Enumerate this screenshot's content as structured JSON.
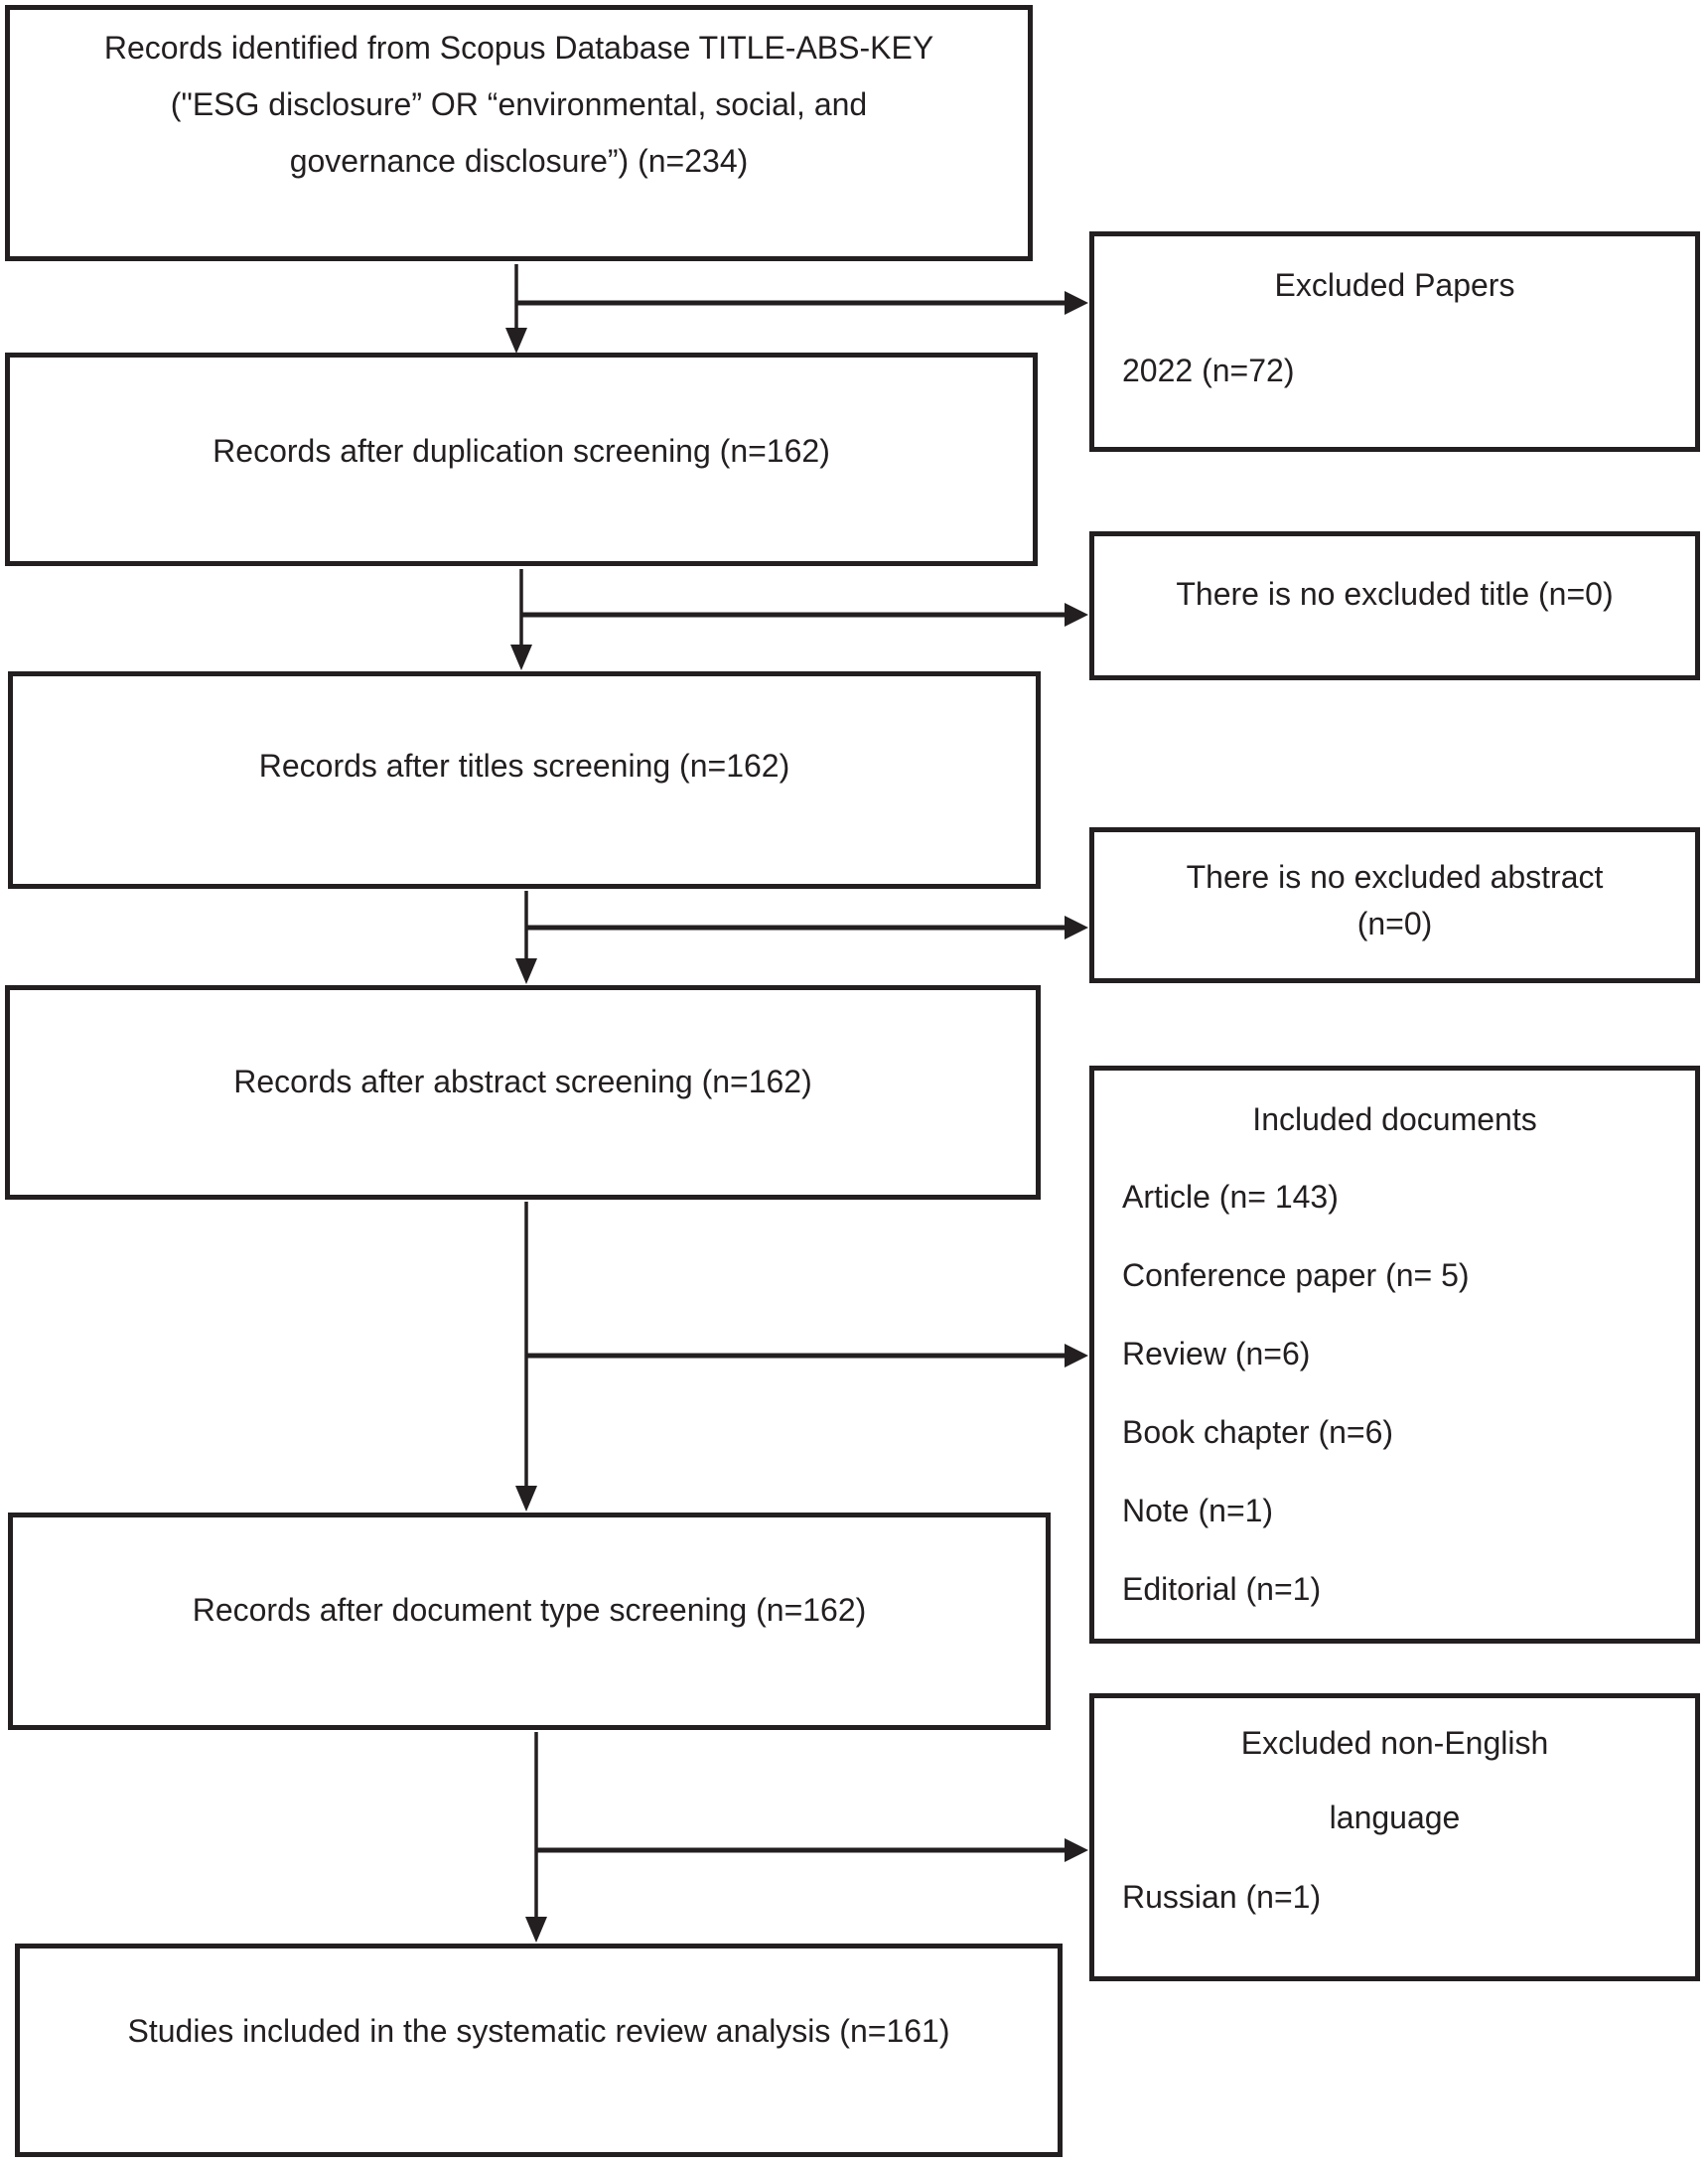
{
  "diagram": {
    "colors": {
      "line": "#231f20",
      "background": "#ffffff"
    },
    "main": {
      "identified": {
        "lines": [
          "Records identified from Scopus Database TITLE-ABS-KEY",
          "(\"ESG disclosure” OR “environmental, social, and",
          "governance disclosure”) (n=234)"
        ]
      },
      "duplication": "Records after duplication screening (n=162)",
      "titles": "Records after titles screening (n=162)",
      "abstract": "Records after abstract screening (n=162)",
      "doctype": "Records after document type screening (n=162)",
      "included": "Studies included in the systematic review analysis (n=161)"
    },
    "side": {
      "excluded_papers": {
        "title": "Excluded Papers",
        "detail": "2022 (n=72)"
      },
      "no_excluded_title": {
        "text": "There is no excluded title (n=0)"
      },
      "no_excluded_abstract": {
        "lines": [
          "There is no excluded abstract",
          "(n=0)"
        ]
      },
      "included_documents": {
        "title": "Included documents",
        "items": [
          "Article (n= 143)",
          "Conference paper (n= 5)",
          "Review (n=6)",
          "Book chapter (n=6)",
          "Note (n=1)",
          "Editorial (n=1)"
        ]
      },
      "excluded_language": {
        "title_lines": [
          "Excluded non-English",
          "language"
        ],
        "detail": "Russian (n=1)"
      }
    }
  }
}
